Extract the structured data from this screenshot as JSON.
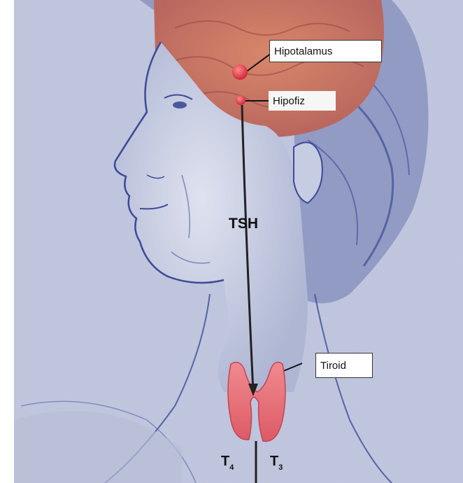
{
  "labels": {
    "hypothalamus": "Hipotalamus",
    "pituitary": "Hipofiz",
    "tsh": "TSH",
    "thyroid": "Tiroid",
    "t4_main": "T",
    "t4_sub": "4",
    "t3_main": "T",
    "t3_sub": "3"
  },
  "colors": {
    "background": "#bcc3da",
    "sketch_lines": "#4b5aa0",
    "hair": "#d27a5a",
    "thyroid_gland": "#e86a6f",
    "glands": "#e0364a",
    "arrow": "#222222"
  }
}
